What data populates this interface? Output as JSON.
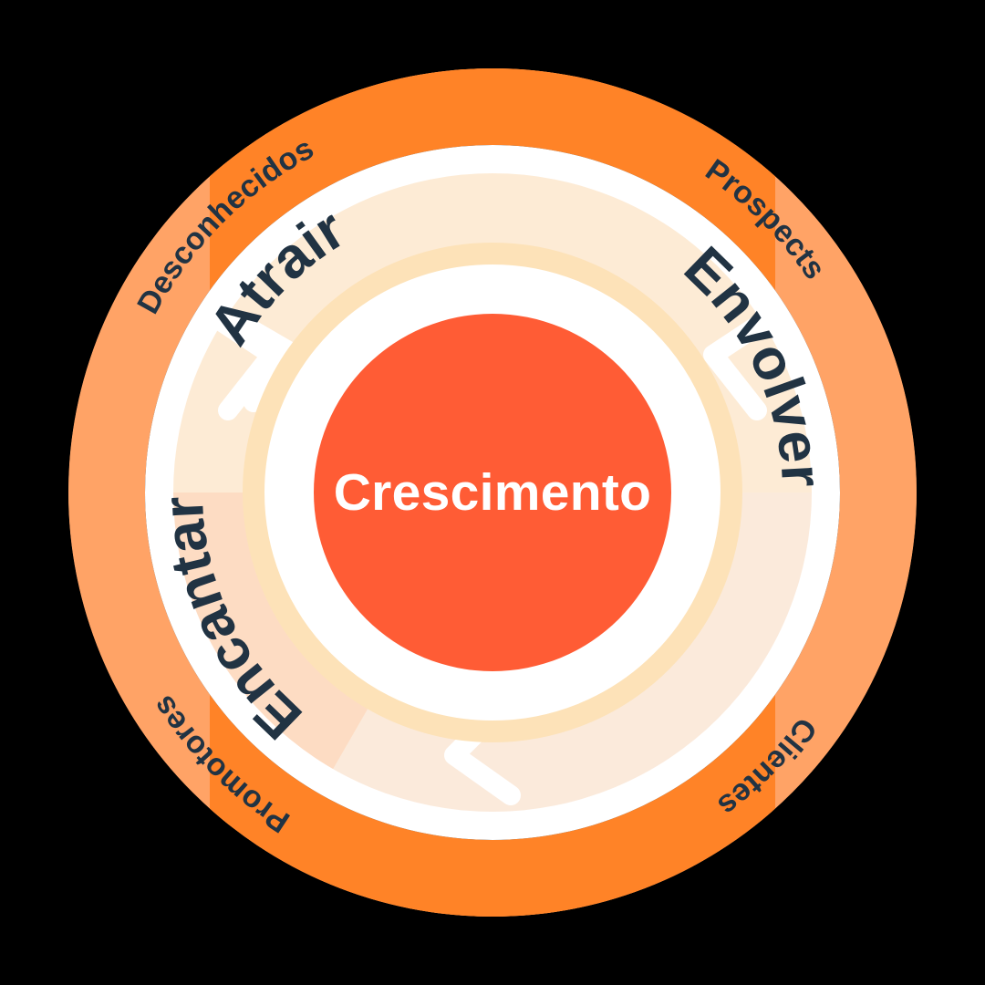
{
  "diagram": {
    "title": "Flywheel",
    "center": {
      "label": "Crescimento",
      "fill": "#FF5C35",
      "text_color": "#FFFFFF"
    },
    "colors": {
      "background": "#000000",
      "outer_ring_dark": "#FF8327",
      "outer_ring_light": "#FFA366",
      "divider": "#FFFFFF",
      "glow_ring": "#FDE2B8",
      "text_dark": "#213343"
    },
    "stages": [
      {
        "label": "Atrair",
        "position": "top",
        "fill": "#FDEBD5",
        "text_color": "#213343"
      },
      {
        "label": "Envolver",
        "position": "bottom-right",
        "fill": "#FBEADB",
        "text_color": "#213343"
      },
      {
        "label": "Encantar",
        "position": "bottom-left",
        "fill": "#FDDCC3",
        "text_color": "#213343"
      }
    ],
    "audiences": [
      {
        "label": "Desconhecidos",
        "position": "top",
        "ring_fill": "#FF8327",
        "text_color": "#213343"
      },
      {
        "label": "Prospects",
        "position": "right",
        "ring_fill": "#FFA366",
        "text_color": "#213343"
      },
      {
        "label": "Clientes",
        "position": "bottom",
        "ring_fill": "#FF8327",
        "text_color": "#213343"
      },
      {
        "label": "Promotores",
        "position": "left",
        "ring_fill": "#FFA366",
        "text_color": "#213343"
      }
    ]
  }
}
